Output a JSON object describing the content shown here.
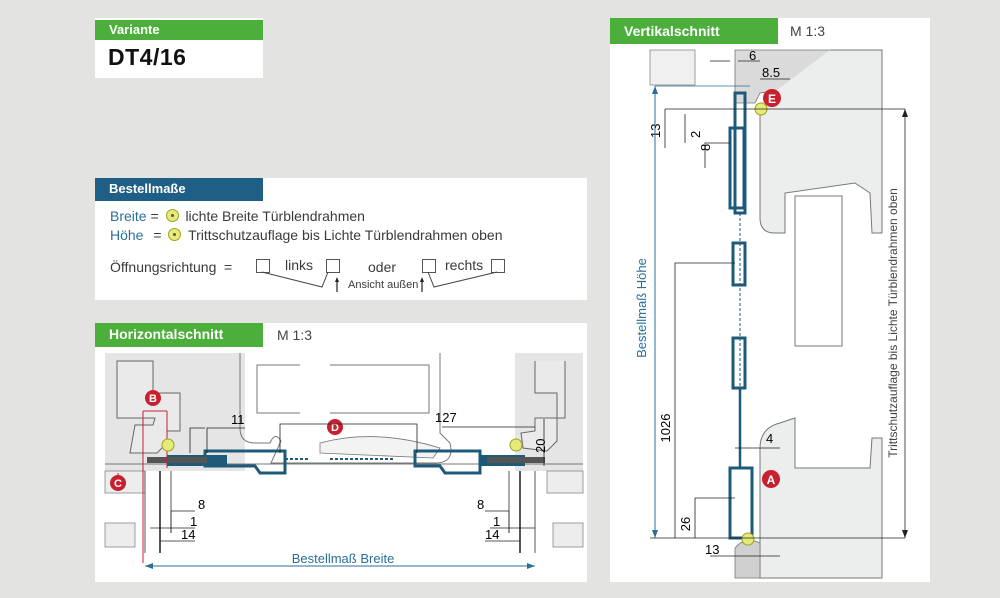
{
  "variante": {
    "header": "Variante",
    "value": "DT4/16"
  },
  "bestellmasse": {
    "header": "Bestellmaße",
    "breite_label": "Breite",
    "breite_eq": "=",
    "breite_desc": "lichte Breite Türblendrahmen",
    "hoehe_label": "Höhe",
    "hoehe_eq": "=",
    "hoehe_desc": "Trittschutzauflage bis Lichte Türblendrahmen oben",
    "oeffnung_label": "Öffnungsrichtung",
    "oeffnung_eq": "=",
    "links": "links",
    "oder": "oder",
    "rechts": "rechts",
    "ansicht": "Ansicht außen"
  },
  "horizontalschnitt": {
    "header": "Horizontalschnitt",
    "scale": "M 1:3",
    "markers": [
      "B",
      "C",
      "D"
    ],
    "dimensions": {
      "d11": "11",
      "d127": "127",
      "d20": "20",
      "d8_left": "8",
      "d1_left": "1",
      "d14_left": "14",
      "d8_right": "8",
      "d1_right": "1",
      "d14_right": "14"
    },
    "width_label": "Bestellmaß Breite"
  },
  "vertikalschnitt": {
    "header": "Vertikalschnitt",
    "scale": "M 1:3",
    "markers": [
      "E",
      "A"
    ],
    "dimensions": {
      "d6": "6",
      "d8_5": "8.5",
      "d13_top": "13",
      "d2": "2",
      "d8": "8",
      "d1026": "1026",
      "d4": "4",
      "d26": "26",
      "d13_bottom": "13"
    },
    "height_label": "Bestellmaß Höhe",
    "right_label": "Trittschutzauflage bis Lichte Türblendrahmen oben"
  },
  "colors": {
    "green_header": "#4caf3b",
    "blue_header": "#1f5f86",
    "profile_blue": "#1d5a7a",
    "marker_red": "#c8202e",
    "point_yellow": "#e6ea7a",
    "dim_blue": "#2a6f98"
  }
}
